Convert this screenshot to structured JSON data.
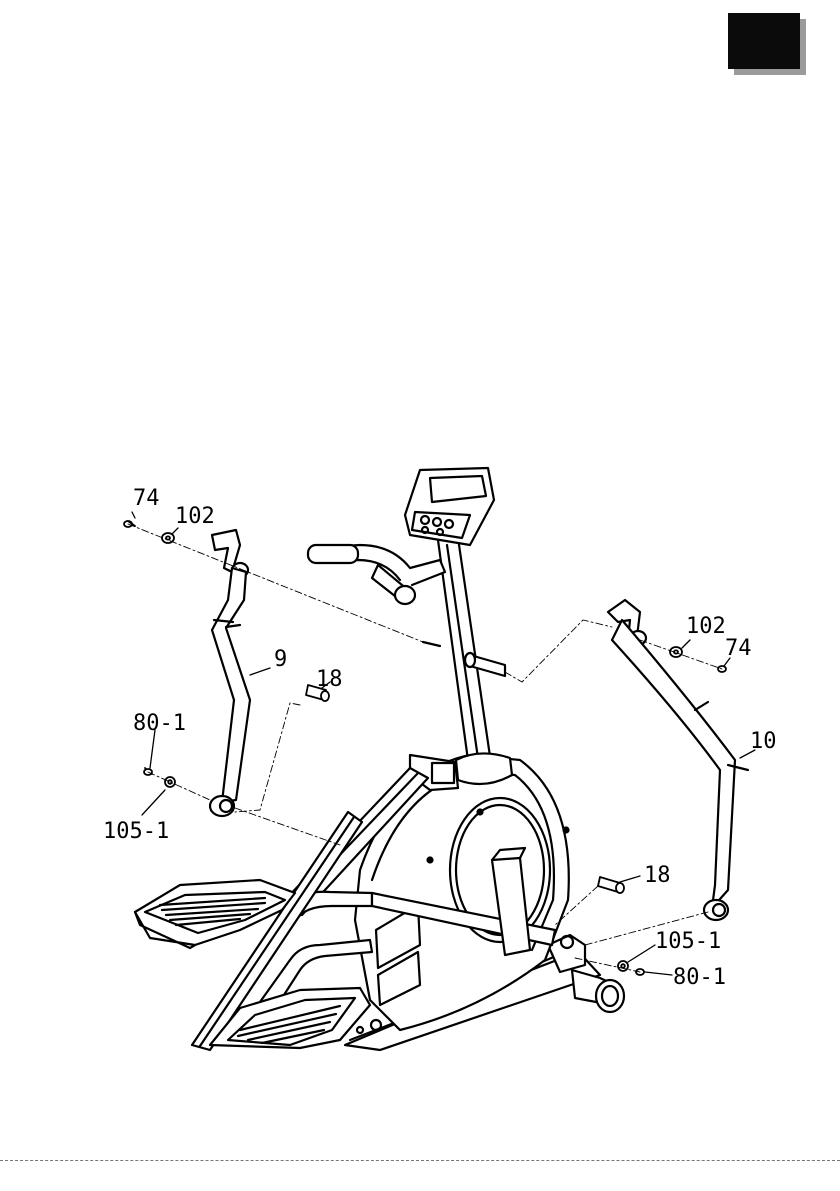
{
  "header": {
    "step_number": ""
  },
  "diagram": {
    "callouts": {
      "bolt_left": "74",
      "washer_left": "102",
      "arm_left": "9",
      "axle_left": "18",
      "bolt_lower_left": "80-1",
      "washer_lower_left": "105-1",
      "washer_right": "102",
      "bolt_right": "74",
      "arm_right": "10",
      "axle_right": "18",
      "washer_lower_right": "105-1",
      "bolt_lower_right": "80-1"
    }
  }
}
